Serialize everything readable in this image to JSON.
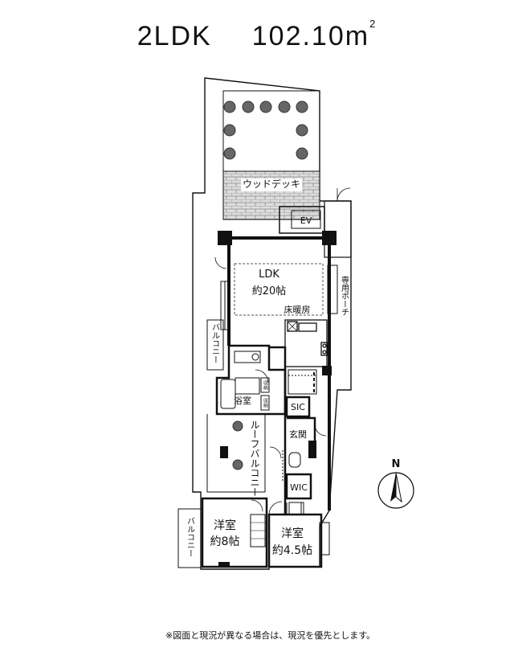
{
  "header": {
    "layout_type": "2LDK",
    "area": "102.10m",
    "area_unit_sup": "2"
  },
  "rooms": {
    "wood_deck": "ウッドデッキ",
    "ev": "EV",
    "ldk": "LDK",
    "ldk_size": "約20帖",
    "floor_heating": "床暖房",
    "private_porch": "専用ポーチ",
    "balcony_left": "バルコニー",
    "bath": "浴室",
    "storage_a": "収納",
    "storage_b": "収納",
    "sic": "SIC",
    "entrance": "玄関",
    "roof_balcony": "ルーフバルコニー",
    "wic": "WIC",
    "western_room_1": "洋室",
    "western_room_1_size": "約8帖",
    "western_room_2": "洋室",
    "western_room_2_size": "約4.5帖",
    "balcony_bottom": "バルコニー"
  },
  "compass": {
    "north": "N"
  },
  "footnote": "※図面と現況が異なる場合は、現況を優先とします。",
  "colors": {
    "line": "#111111",
    "brick": "#dddddd",
    "tree": "#666666"
  }
}
